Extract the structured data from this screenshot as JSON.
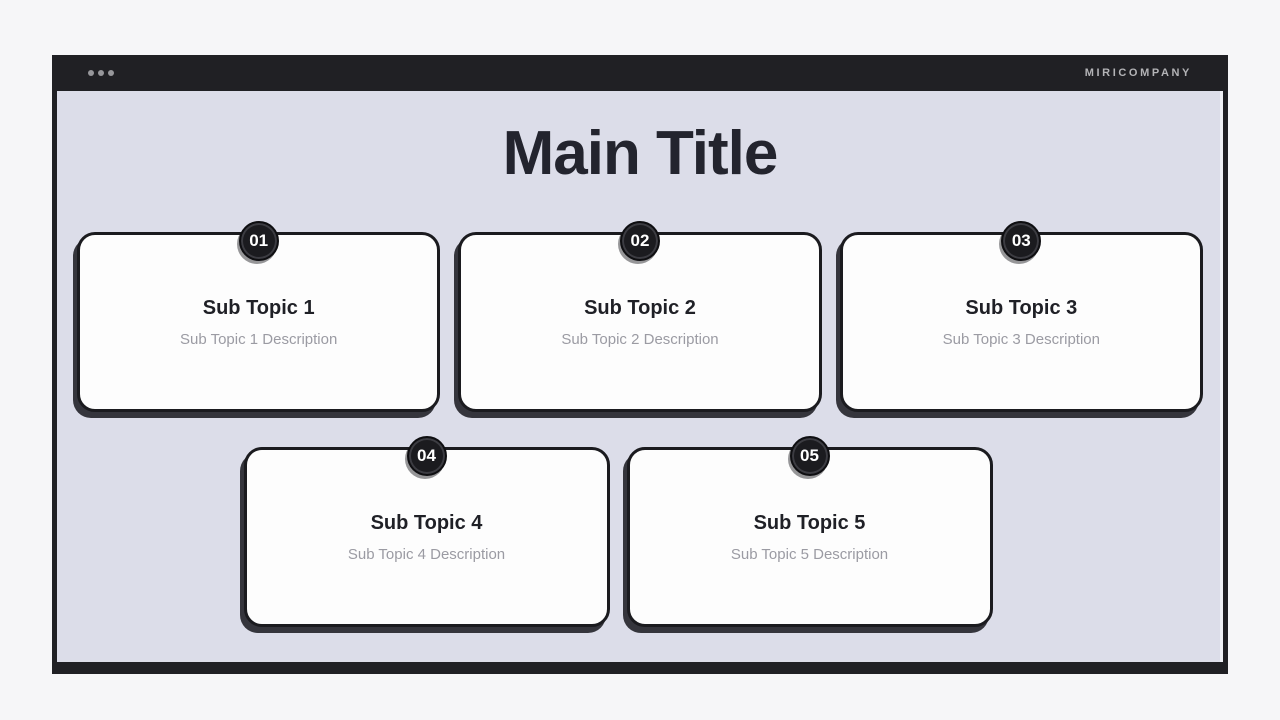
{
  "window": {
    "brand": "MIRICOMPANY",
    "dots_icon": "three-dots-menu"
  },
  "slide": {
    "title": "Main Title"
  },
  "cards": [
    {
      "number": "01",
      "title": "Sub Topic 1",
      "description": "Sub Topic 1 Description"
    },
    {
      "number": "02",
      "title": "Sub Topic 2",
      "description": "Sub Topic 2 Description"
    },
    {
      "number": "03",
      "title": "Sub Topic 3",
      "description": "Sub Topic 3 Description"
    },
    {
      "number": "04",
      "title": "Sub Topic 4",
      "description": "Sub Topic 4 Description"
    },
    {
      "number": "05",
      "title": "Sub Topic 5",
      "description": "Sub Topic 5 Description"
    }
  ],
  "colors": {
    "page_background": "#f6f6f8",
    "frame": "#202024",
    "content_background": "#dcdde9",
    "card_background": "#fdfdfd",
    "accent_dark": "#1b1b1f",
    "title_text": "#23242e",
    "description_text": "#9b9ba3",
    "brand_text": "#b3b3b6"
  }
}
